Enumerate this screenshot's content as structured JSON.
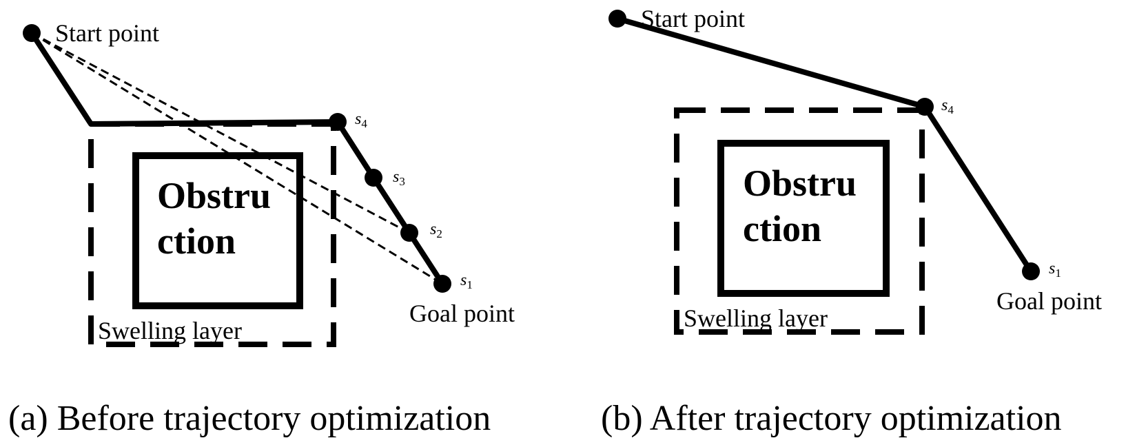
{
  "panel_a": {
    "start_label": "Start point",
    "goal_label": "Goal point",
    "obstruction_line1": "Obstru",
    "obstruction_line2": "ction",
    "swelling_label": "Swelling layer",
    "s1": {
      "base": "s",
      "index": "1"
    },
    "s2": {
      "base": "s",
      "index": "2"
    },
    "s3": {
      "base": "s",
      "index": "3"
    },
    "s4": {
      "base": "s",
      "index": "4"
    },
    "caption": "(a) Before trajectory optimization"
  },
  "panel_b": {
    "start_label": "Start point",
    "goal_label": "Goal point",
    "obstruction_line1": "Obstru",
    "obstruction_line2": "ction",
    "swelling_label": "Swelling layer",
    "s1": {
      "base": "s",
      "index": "1"
    },
    "s4": {
      "base": "s",
      "index": "4"
    },
    "caption": "(b) After trajectory optimization"
  }
}
